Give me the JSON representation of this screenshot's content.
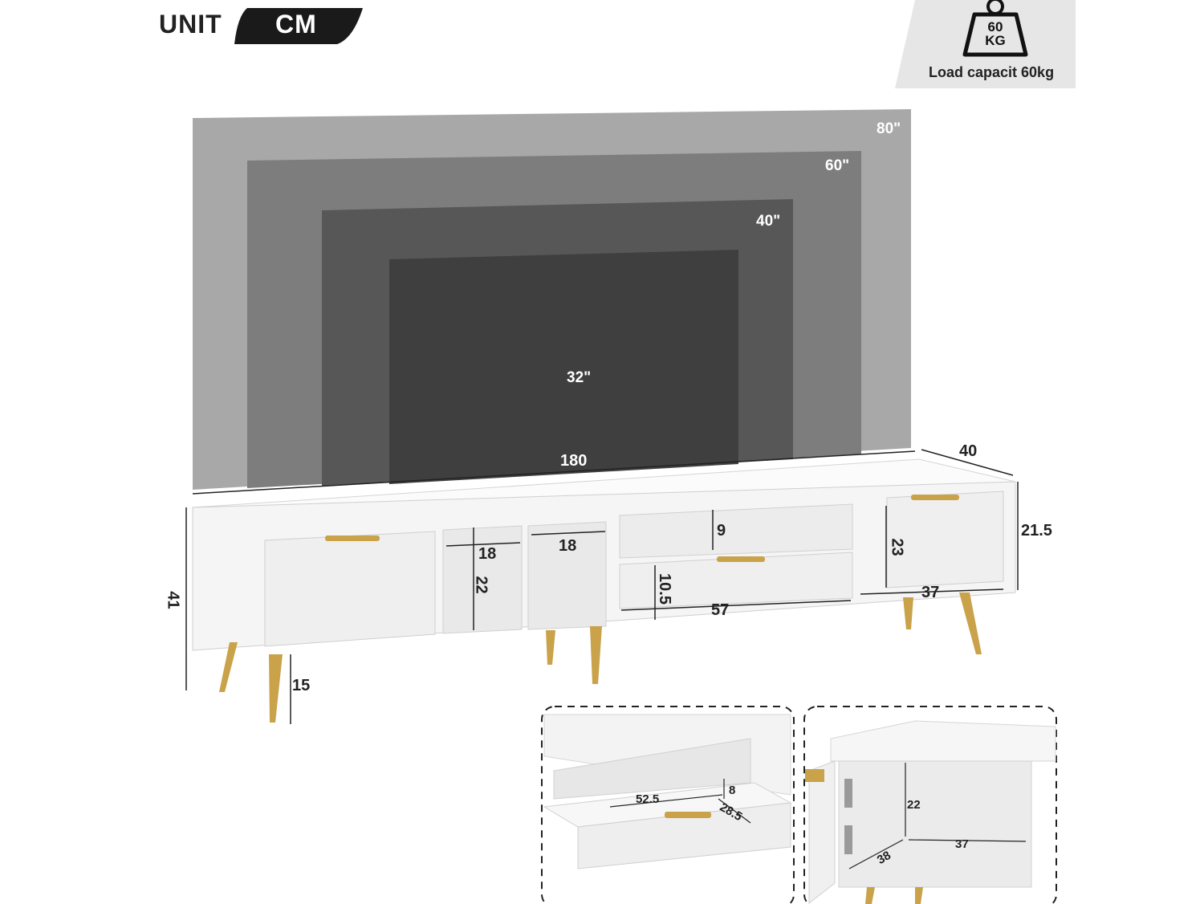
{
  "header": {
    "unit_label": "UNIT",
    "unit_value": "CM"
  },
  "load": {
    "weight_value": "60",
    "weight_unit": "KG",
    "label": "Load capacit 60kg",
    "icon": "weight-icon"
  },
  "screens": [
    {
      "label": "80\""
    },
    {
      "label": "60\""
    },
    {
      "label": "40\""
    },
    {
      "label": "32\""
    }
  ],
  "dimensions": {
    "length": "180",
    "depth": "40",
    "side_height": "21.5",
    "total_height": "41",
    "leg_height": "15",
    "shelf_width_1": "18",
    "shelf_width_2": "18",
    "shelf_height": "22",
    "top_open_height": "9",
    "drawer_height": "10.5",
    "drawer_width": "57",
    "cabinet_height": "23",
    "cabinet_width": "37"
  },
  "detail_drawer": {
    "width": "52.5",
    "height": "8",
    "depth": "28.5"
  },
  "detail_cabinet": {
    "height": "22",
    "width": "37",
    "depth": "38"
  },
  "colors": {
    "dark": "#1a1a1a",
    "gold": "#c9a24a",
    "white_panel": "#f4f4f4"
  }
}
